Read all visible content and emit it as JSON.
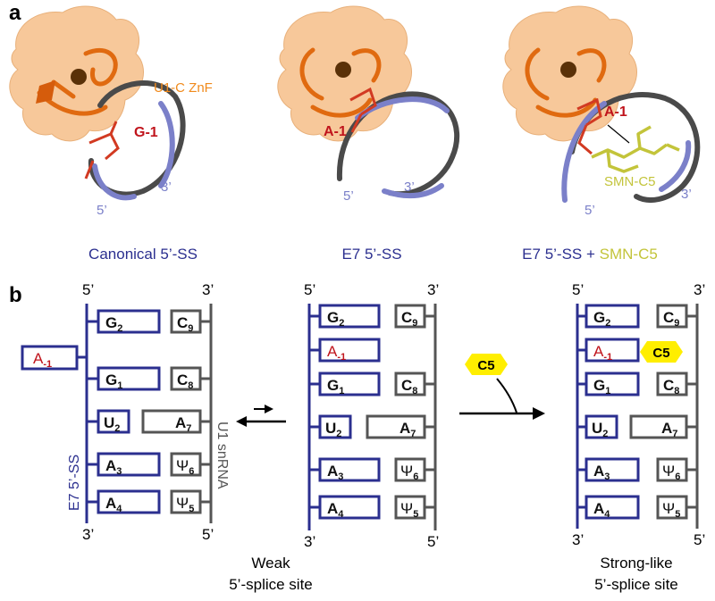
{
  "colors": {
    "navy": "#2b2f8f",
    "grey": "#555555",
    "red": "#c0141c",
    "orange": "#f08a1c",
    "surface": "#f7c89a",
    "lavender": "#7b80c9",
    "ligand": "#c3c43a",
    "yellow": "#ffee00"
  },
  "panel_a": {
    "letter": "a",
    "znf_label": "U1-C ZnF",
    "structures": [
      {
        "base_label": "G-1",
        "five": "5’",
        "three": "3’",
        "caption": "Canonical 5’-SS"
      },
      {
        "base_label": "A-1",
        "five": "5’",
        "three": "3’",
        "caption": "E7 5’-SS"
      },
      {
        "base_label": "A-1",
        "five": "5’",
        "three": "3’",
        "ligand_label": "SMN-C5",
        "caption_a": "E7 5’-SS",
        "caption_plus": " + ",
        "caption_b": "SMN-C5"
      }
    ]
  },
  "panel_b": {
    "letter": "b",
    "strand_left_label": "E7 5’-SS",
    "strand_right_label": "U1 snRNA",
    "compound_label": "C5",
    "caption_weak_1": "Weak",
    "caption_weak_2": "5’-splice site",
    "caption_strong_1": "Strong-like",
    "caption_strong_2": "5’-splice site",
    "ends": {
      "five": "5’",
      "three": "3’"
    },
    "diagrams": [
      {
        "pre": [
          {
            "base": "G",
            "sub": "2"
          },
          {
            "base": "A",
            "sub": "-1"
          },
          {
            "base": "G",
            "sub": "1"
          },
          {
            "base": "U",
            "sub": "2"
          },
          {
            "base": "A",
            "sub": "3"
          },
          {
            "base": "A",
            "sub": "4"
          }
        ],
        "u1": [
          {
            "base": "C",
            "sub": "9"
          },
          {
            "base": "C",
            "sub": "8"
          },
          {
            "base": "A",
            "sub": "7"
          },
          {
            "base": "Ψ",
            "sub": "6"
          },
          {
            "base": "Ψ",
            "sub": "5"
          }
        ]
      },
      {
        "pre": [
          {
            "base": "G",
            "sub": "2"
          },
          {
            "base": "A",
            "sub": "-1"
          },
          {
            "base": "G",
            "sub": "1"
          },
          {
            "base": "U",
            "sub": "2"
          },
          {
            "base": "A",
            "sub": "3"
          },
          {
            "base": "A",
            "sub": "4"
          }
        ],
        "u1": [
          {
            "base": "C",
            "sub": "9"
          },
          {
            "base": "C",
            "sub": "8"
          },
          {
            "base": "A",
            "sub": "7"
          },
          {
            "base": "Ψ",
            "sub": "6"
          },
          {
            "base": "Ψ",
            "sub": "5"
          }
        ]
      },
      {
        "pre": [
          {
            "base": "G",
            "sub": "2"
          },
          {
            "base": "A",
            "sub": "-1"
          },
          {
            "base": "G",
            "sub": "1"
          },
          {
            "base": "U",
            "sub": "2"
          },
          {
            "base": "A",
            "sub": "3"
          },
          {
            "base": "A",
            "sub": "4"
          }
        ],
        "u1": [
          {
            "base": "C",
            "sub": "9"
          },
          {
            "base": "C",
            "sub": "8"
          },
          {
            "base": "A",
            "sub": "7"
          },
          {
            "base": "Ψ",
            "sub": "6"
          },
          {
            "base": "Ψ",
            "sub": "5"
          }
        ]
      }
    ]
  }
}
